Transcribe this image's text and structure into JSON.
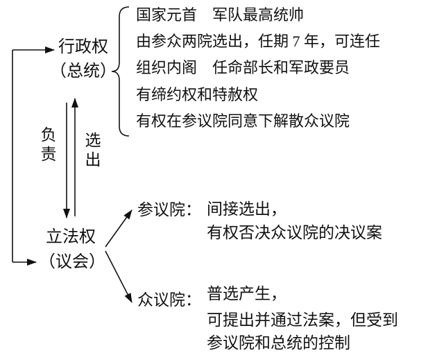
{
  "diagram": {
    "executive": {
      "title": "行政权",
      "subtitle": "（总统）",
      "points": [
        "国家元首　军队最高统帅",
        "由参众两院选出，任期 7 年，可连任",
        "组织内阁　任命部长和军政要员",
        "有缔约权和特赦权",
        "有权在参议院同意下解散众议院"
      ]
    },
    "relations": {
      "responsible": "负责",
      "elects": "选出"
    },
    "legislative": {
      "title": "立法权",
      "subtitle": "（议会）"
    },
    "senate": {
      "label": "参议院：",
      "desc": [
        "间接选出，",
        "有权否决众议院的决议案"
      ]
    },
    "chamber": {
      "label": "众议院：",
      "desc": [
        "普选产生，",
        "可提出并通过法案，但受到",
        "参议院和总统的控制"
      ]
    }
  },
  "colors": {
    "ink": "#111111",
    "background": "#ffffff"
  }
}
